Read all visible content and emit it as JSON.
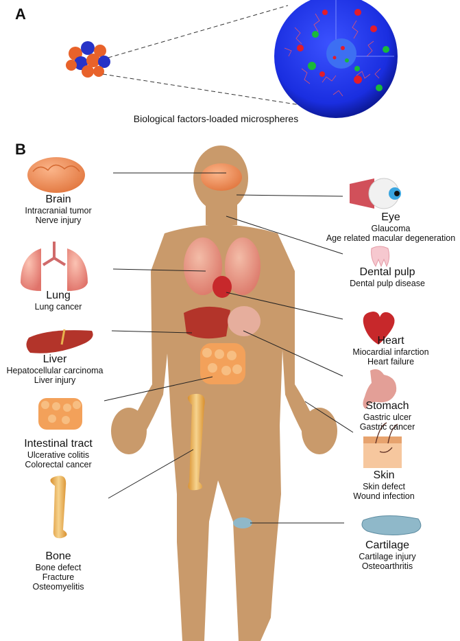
{
  "panel_a": {
    "label": "A",
    "caption": "Biological factors-loaded microspheres"
  },
  "panel_b": {
    "label": "B"
  },
  "organs": {
    "brain": {
      "name": "Brain",
      "diseases": [
        "Intracranial tumor",
        "Nerve injury"
      ]
    },
    "lung": {
      "name": "Lung",
      "diseases": [
        "Lung cancer"
      ]
    },
    "liver": {
      "name": "Liver",
      "diseases": [
        "Hepatocellular carcinoma",
        "Liver injury"
      ]
    },
    "intestinal": {
      "name": "Intestinal tract",
      "diseases": [
        "Ulcerative colitis",
        "Colorectal cancer"
      ]
    },
    "bone": {
      "name": "Bone",
      "diseases": [
        "Bone defect",
        "Fracture",
        "Osteomyelitis"
      ]
    },
    "eye": {
      "name": "Eye",
      "diseases": [
        "Glaucoma",
        "Age related macular degeneration"
      ]
    },
    "dental": {
      "name": "Dental pulp",
      "diseases": [
        "Dental pulp disease"
      ]
    },
    "heart": {
      "name": "Heart",
      "diseases": [
        "Miocardial infarction",
        "Heart failure"
      ]
    },
    "stomach": {
      "name": "Stomach",
      "diseases": [
        "Gastric ulcer",
        "Gastric cancer"
      ]
    },
    "skin": {
      "name": "Skin",
      "diseases": [
        "Skin defect",
        "Wound infection"
      ]
    },
    "cartilage": {
      "name": "Cartilage",
      "diseases": [
        "Cartilage injury",
        "Osteoarthritis"
      ]
    }
  },
  "colors": {
    "body": "#c99a6b",
    "sphere": "#1a2ee0",
    "organ_pink": "#ef8f7f",
    "liver": "#b3342a",
    "bone": "#e9b263",
    "intestine": "#f3a15a"
  }
}
